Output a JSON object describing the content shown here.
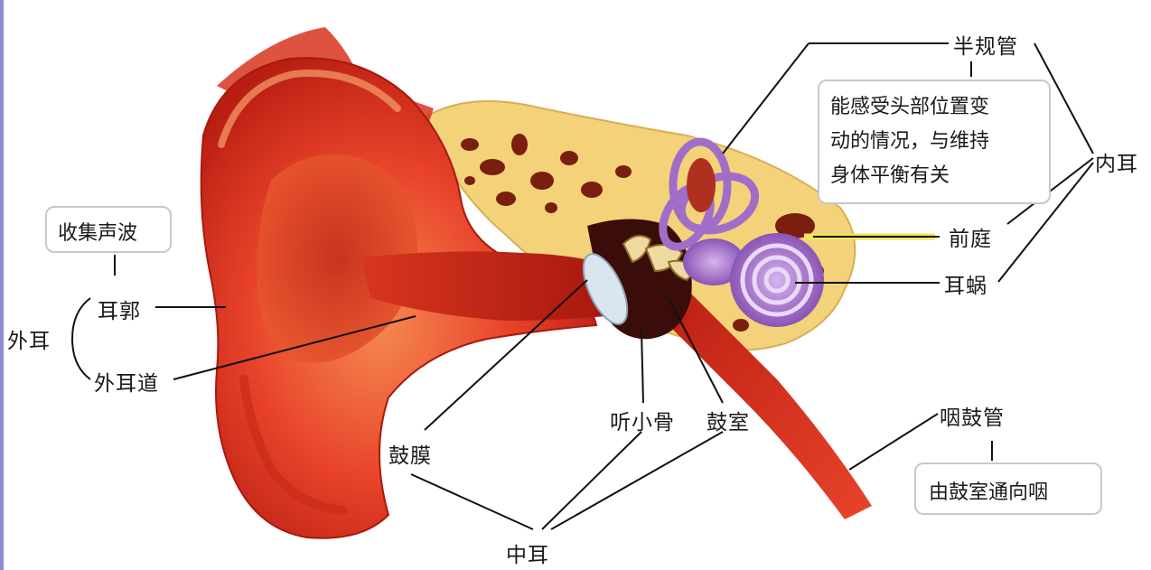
{
  "title": "",
  "callouts": {
    "collect_sound": "收集声波",
    "semicircular_function": [
      "能感受头部位置变",
      "动的情况，与维持",
      "身体平衡有关"
    ],
    "tube_function": "由鼓室通向咽"
  },
  "labels": {
    "outer_ear": "外耳",
    "auricle": "耳郭",
    "ear_canal": "外耳道",
    "eardrum": "鼓膜",
    "ossicles": "听小骨",
    "tympanic_cavity": "鼓室",
    "middle_ear": "中耳",
    "semicircular_canals": "半规管",
    "inner_ear": "内耳",
    "vestibule": "前庭",
    "cochlea": "耳蜗",
    "eustachian_tube": "咽鼓管"
  },
  "colors": {
    "skin": "#e8432a",
    "skin_dark": "#b81d12",
    "bone": "#f3d27a",
    "bone_dark": "#7a1e10",
    "inner_ear": "#a06ec8",
    "eardrum": "#d9e6f0",
    "frame": "#8c8ccc"
  }
}
